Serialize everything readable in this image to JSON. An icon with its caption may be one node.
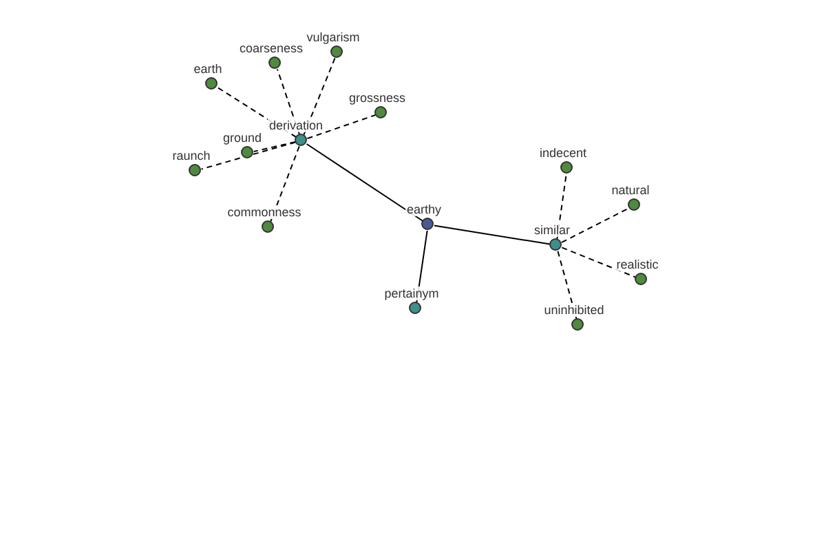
{
  "diagram": {
    "nodes": [
      {
        "text": [
          "earthy"
        ]
      },
      {
        "text": [
          "derivation"
        ]
      },
      {
        "text": [
          "similar"
        ]
      },
      {
        "text": [
          "pertainym"
        ]
      },
      {
        "text": [
          "earth"
        ]
      },
      {
        "text": [
          "coarseness"
        ]
      },
      {
        "text": [
          "vulgarism"
        ]
      },
      {
        "text": [
          "grossness"
        ]
      },
      {
        "text": [
          "ground"
        ]
      },
      {
        "text": [
          "raunch"
        ]
      },
      {
        "text": [
          "commonness"
        ]
      },
      {
        "text": [
          "indecent"
        ]
      },
      {
        "text": [
          "natural"
        ]
      },
      {
        "text": [
          "realistic"
        ]
      },
      {
        "text": [
          "uninhibited"
        ]
      }
    ],
    "edges": [
      {
        "from": 0,
        "to": 1,
        "arrow": "none"
      },
      {
        "from": 0,
        "to": 2,
        "arrow": "none"
      },
      {
        "from": 0,
        "to": 3,
        "arrow": "none"
      },
      {
        "from": 1,
        "to": 4,
        "arrow": "none",
        "style": "dashed"
      },
      {
        "from": 1,
        "to": 5,
        "arrow": "none",
        "style": "dashed"
      },
      {
        "from": 1,
        "to": 6,
        "arrow": "none",
        "style": "dashed"
      },
      {
        "from": 1,
        "to": 7,
        "arrow": "none",
        "style": "dashed"
      },
      {
        "from": 1,
        "to": 8,
        "arrow": "none",
        "style": "dashed"
      },
      {
        "from": 1,
        "to": 9,
        "arrow": "none",
        "style": "dashed"
      },
      {
        "from": 1,
        "to": 10,
        "arrow": "none",
        "style": "dashed"
      },
      {
        "from": 2,
        "to": 11,
        "arrow": "none",
        "style": "dashed"
      },
      {
        "from": 2,
        "to": 12,
        "arrow": "none",
        "style": "dashed"
      },
      {
        "from": 2,
        "to": 13,
        "arrow": "none",
        "style": "dashed"
      },
      {
        "from": 2,
        "to": 14,
        "arrow": "none",
        "style": "dashed"
      }
    ]
  }
}
